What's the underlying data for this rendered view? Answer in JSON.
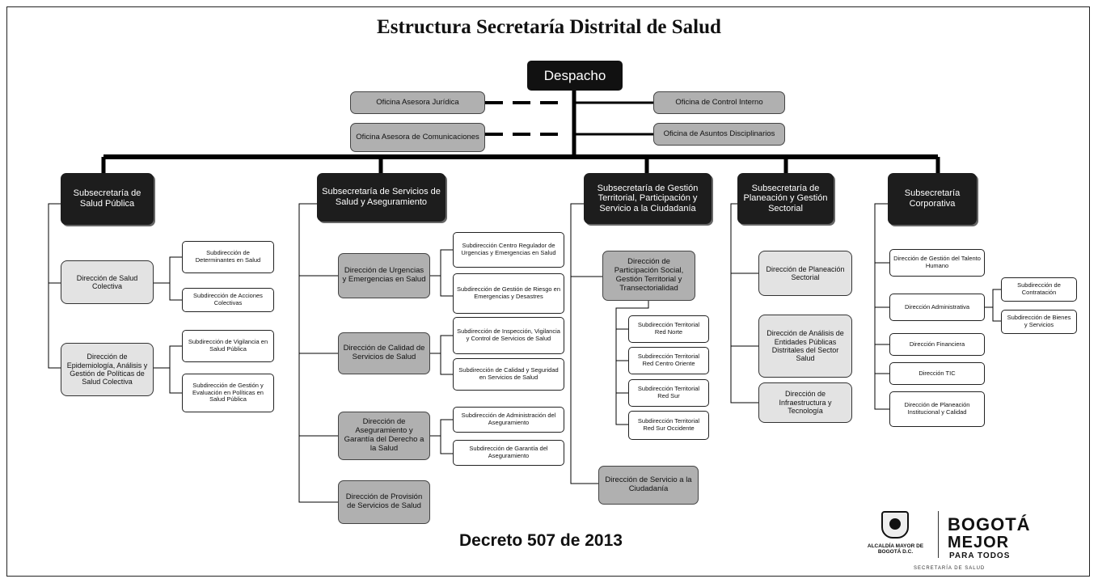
{
  "title": "Estructura Secretaría Distrital de Salud",
  "despacho": "Despacho",
  "advisory": {
    "juridica": "Oficina Asesora Jurídica",
    "comunicaciones": "Oficina Asesora de Comunicaciones",
    "control_interno": "Oficina de Control Interno",
    "disciplinarios": "Oficina de Asuntos Disciplinarios"
  },
  "subsecretarias": {
    "salud_publica": "Subsecretaría de Salud Pública",
    "servicios": "Subsecretaría de Servicios de Salud y Aseguramiento",
    "gestion_territorial": "Subsecretaría de Gestión Territorial, Participación y Servicio a la Ciudadanía",
    "planeacion": "Subsecretaría de Planeación y Gestión Sectorial",
    "corporativa": "Subsecretaría Corporativa"
  },
  "salud_publica": {
    "dir_salud_colectiva": "Dirección de Salud Colectiva",
    "dir_epidemiologia": "Dirección de Epidemiología, Análisis y Gestión de Políticas de Salud Colectiva",
    "sub_determinantes": "Subdirección de Determinantes en Salud",
    "sub_acciones": "Subdirección de Acciones Colectivas",
    "sub_vigilancia": "Subdirección de Vigilancia en Salud Pública",
    "sub_gestion_evaluacion": "Subdirección de Gestión y Evaluación en Políticas en Salud Pública"
  },
  "servicios": {
    "dir_urgencias": "Dirección de Urgencias y Emergencias en Salud",
    "dir_calidad": "Dirección de Calidad de Servicios de Salud",
    "dir_aseguramiento": "Dirección de Aseguramiento y Garantía del Derecho a la Salud",
    "dir_provision": "Dirección de Provisión de Servicios de Salud",
    "sub_centro_regulador": "Subdirección Centro Regulador de Urgencias y Emergencias en Salud",
    "sub_gestion_riesgo": "Subdirección de Gestión de Riesgo en Emergencias y Desastres",
    "sub_inspeccion": "Subdirección de Inspección, Vigilancia y Control de Servicios de Salud",
    "sub_calidad_seguridad": "Subdirección de Calidad y Seguridad en Servicios de Salud",
    "sub_admin_aseguramiento": "Subdirección de Administración del Aseguramiento",
    "sub_garantia": "Subdirección de Garantía del Aseguramiento"
  },
  "territorial": {
    "dir_participacion": "Dirección de Participación Social, Gestión Territorial y Transectorialidad",
    "sub_norte": "Subdirección Territorial Red Norte",
    "sub_centro_oriente": "Subdirección Territorial Red Centro Oriente",
    "sub_sur": "Subdirección Territorial Red Sur",
    "sub_sur_occidente": "Subdirección Territorial Red Sur Occidente",
    "dir_servicio_ciudadania": "Dirección de Servicio a la Ciudadanía"
  },
  "planeacion": {
    "dir_planeacion_sectorial": "Dirección de Planeación Sectorial",
    "dir_analisis": "Dirección de Análisis de Entidades Públicas Distritales del Sector Salud",
    "dir_infraestructura": "Dirección de Infraestructura y Tecnología"
  },
  "corporativa": {
    "dir_talento": "Dirección de Gestión del Talento Humano",
    "dir_administrativa": "Dirección Administrativa",
    "dir_financiera": "Dirección Financiera",
    "dir_tic": "Dirección TIC",
    "dir_planeacion_institucional": "Dirección de Planeación Institucional y Calidad",
    "sub_contratacion": "Subdirección de Contratación",
    "sub_bienes": "Subdirección de Bienes y Servicios"
  },
  "footer": {
    "decree": "Decreto 507 de 2013",
    "alcaldia": "ALCALDÍA MAYOR DE BOGOTÁ D.C.",
    "bogota_line1": "BOGOTÁ",
    "bogota_line2": "MEJOR",
    "bogota_line3": "PARA TODOS",
    "secretaria": "SECRETARÍA DE SALUD"
  }
}
